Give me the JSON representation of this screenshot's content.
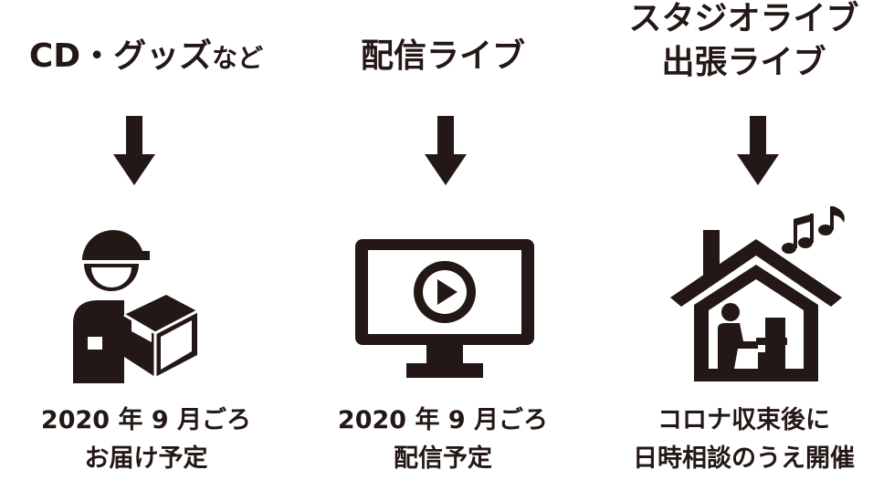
{
  "columns": [
    {
      "title_lines": [
        "CD・グッズ",
        "など"
      ],
      "arrow_icon": "down-arrow-icon",
      "icon": "delivery-person-with-box-icon",
      "caption_lines": [
        "2020 年 9 月ごろ",
        "お届け予定"
      ]
    },
    {
      "title_lines": [
        "配信ライブ"
      ],
      "arrow_icon": "down-arrow-icon",
      "icon": "monitor-play-icon",
      "caption_lines": [
        "2020 年 9 月ごろ",
        "配信予定"
      ]
    },
    {
      "title_lines": [
        "スタジオライブ",
        "出張ライブ"
      ],
      "arrow_icon": "down-arrow-icon",
      "icon": "house-piano-music-icon",
      "caption_lines": [
        "コロナ収束後に",
        "日時相談のうえ開催"
      ]
    }
  ],
  "colors": {
    "ink": "#231815",
    "background": "#ffffff"
  }
}
